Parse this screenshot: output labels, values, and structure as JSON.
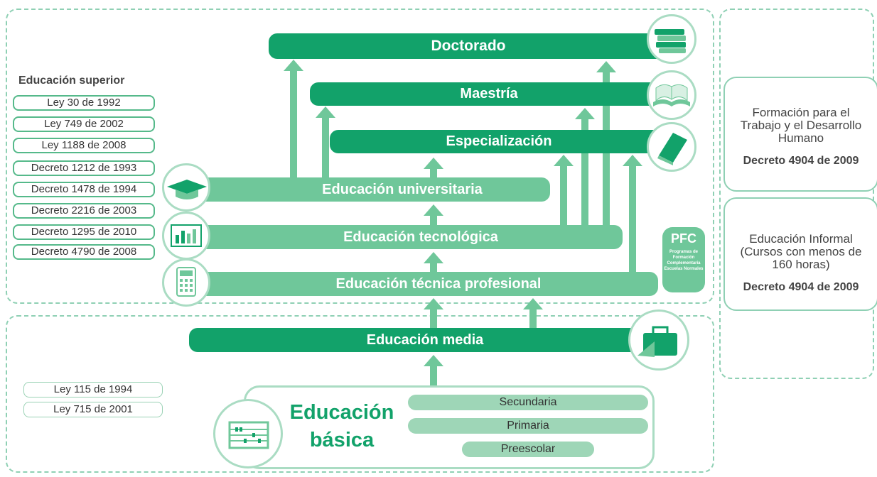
{
  "superior": {
    "heading": "Educación superior",
    "laws": [
      "Ley 30 de 1992",
      "Ley 749 de 2002",
      "Ley 1188 de 2008",
      "Decreto 1212 de 1993",
      "Decreto 1478 de 1994",
      "Decreto 2216 de 2003",
      "Decreto 1295 de 2010",
      "Decreto 4790 de 2008"
    ]
  },
  "basica_laws": [
    "Ley 115 de 1994",
    "Ley 715 de 2001"
  ],
  "levels": {
    "doctorado": "Doctorado",
    "maestria": "Maestría",
    "especializacion": "Especialización",
    "universitaria": "Educación universitaria",
    "tecnologica": "Educación tecnológica",
    "tecnica": "Educación técnica profesional",
    "media": "Educación media",
    "basica_line1": "Educación",
    "basica_line2": "básica",
    "secundaria": "Secundaria",
    "primaria": "Primaria",
    "preescolar": "Preescolar"
  },
  "pfc": {
    "title": "PFC",
    "text": "Programas de Formación Complementaria Escuelas Normales"
  },
  "right": {
    "box1_text": "Formación para el Trabajo y el Desarrollo Humano",
    "box1_decree": "Decreto 4904 de 2009",
    "box2_text": "Educación Informal (Cursos con menos de 160 horas)",
    "box2_decree": "Decreto 4904 de 2009"
  },
  "colors": {
    "dark_green": "#12a26a",
    "light_green": "#6fc79a",
    "pale_green": "#9ed6b7",
    "dashed_border": "#8fd0b4"
  },
  "icons": [
    "books-icon",
    "open-book-icon",
    "closed-book-icon",
    "graduation-cap-icon",
    "spreadsheet-icon",
    "calculator-icon",
    "briefcase-icon",
    "abacus-icon"
  ]
}
